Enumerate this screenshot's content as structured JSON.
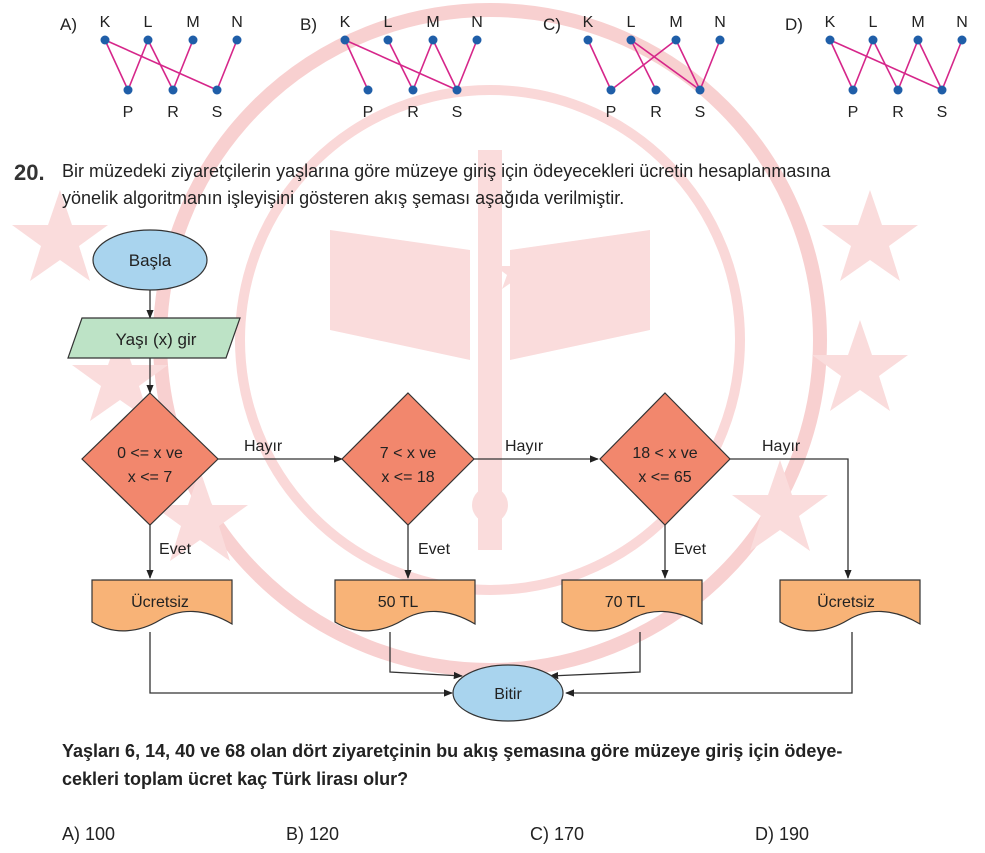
{
  "previous_options": [
    {
      "label": "A)",
      "top": [
        "K",
        "L",
        "M",
        "N"
      ],
      "bottom": [
        "P",
        "R",
        "S"
      ],
      "edges": [
        [
          "K",
          "P"
        ],
        [
          "K",
          "S"
        ],
        [
          "L",
          "P"
        ],
        [
          "L",
          "R"
        ],
        [
          "M",
          "R"
        ],
        [
          "N",
          "S"
        ]
      ]
    },
    {
      "label": "B)",
      "top": [
        "K",
        "L",
        "M",
        "N"
      ],
      "bottom": [
        "P",
        "R",
        "S"
      ],
      "edges": [
        [
          "K",
          "P"
        ],
        [
          "K",
          "S"
        ],
        [
          "L",
          "R"
        ],
        [
          "M",
          "R"
        ],
        [
          "M",
          "S"
        ],
        [
          "N",
          "S"
        ]
      ]
    },
    {
      "label": "C)",
      "top": [
        "K",
        "L",
        "M",
        "N"
      ],
      "bottom": [
        "P",
        "R",
        "S"
      ],
      "edges": [
        [
          "K",
          "P"
        ],
        [
          "L",
          "R"
        ],
        [
          "L",
          "S"
        ],
        [
          "M",
          "P"
        ],
        [
          "M",
          "S"
        ],
        [
          "N",
          "S"
        ]
      ]
    },
    {
      "label": "D)",
      "top": [
        "K",
        "L",
        "M",
        "N"
      ],
      "bottom": [
        "P",
        "R",
        "S"
      ],
      "edges": [
        [
          "K",
          "P"
        ],
        [
          "K",
          "S"
        ],
        [
          "L",
          "P"
        ],
        [
          "L",
          "R"
        ],
        [
          "M",
          "R"
        ],
        [
          "M",
          "S"
        ],
        [
          "N",
          "S"
        ]
      ]
    }
  ],
  "question": {
    "number": "20.",
    "text_line1": "Bir müzedeki ziyaretçilerin yaşlarına göre müzeye giriş için ödeyecekleri ücretin hesaplanmasına",
    "text_line2": "yönelik algoritmanın işleyişini gösteren akış şeması aşağıda verilmiştir.",
    "final_line1": "Yaşları 6, 14, 40 ve 68 olan dört ziyaretçinin bu akış şemasına göre müzeye giriş için ödeye-",
    "final_line2": "cekleri toplam ücret kaç Türk lirası olur?"
  },
  "flowchart": {
    "start": "Başla",
    "input": "Yaşı (x) gir",
    "decisions": [
      {
        "line1": "0 <= x  ve",
        "line2": "x <= 7"
      },
      {
        "line1": "7 < x  ve",
        "line2": "x <= 18"
      },
      {
        "line1": "18 < x  ve",
        "line2": "x <= 65"
      }
    ],
    "no_label": "Hayır",
    "yes_label": "Evet",
    "outputs": [
      "Ücretsiz",
      "50 TL",
      "70 TL",
      "Ücretsiz"
    ],
    "end": "Bitir"
  },
  "choices": [
    {
      "label": "A) 100"
    },
    {
      "label": "B) 120"
    },
    {
      "label": "C) 170"
    },
    {
      "label": "D) 190"
    }
  ],
  "colors": {
    "ellipse": "#a9d4ee",
    "input": "#bde3c6",
    "diamond": "#f2876d",
    "document": "#f8b377",
    "graph_line": "#d6268a",
    "graph_dot": "#1f5ea8",
    "watermark": "#f6c6c6"
  }
}
